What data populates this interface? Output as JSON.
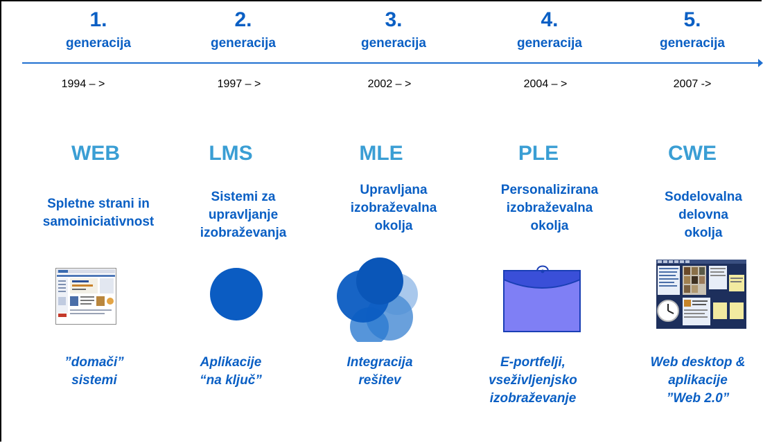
{
  "generations": [
    {
      "number": "1.",
      "label": "generacija",
      "year": "1994 – >",
      "acronym": "WEB",
      "description": [
        "Spletne strani in",
        "samoiniciativnost"
      ],
      "footer": [
        "”domači”",
        "sistemi"
      ],
      "icon": "website-screenshot-icon"
    },
    {
      "number": "2.",
      "label": "generacija",
      "year": "1997 – >",
      "acronym": "LMS",
      "description": [
        "Sistemi za",
        "upravljanje",
        "izobraževanja"
      ],
      "footer": [
        "Aplikacije",
        "“na ključ”"
      ],
      "icon": "single-circle-icon"
    },
    {
      "number": "3.",
      "label": "generacija",
      "year": "2002 – >",
      "acronym": "MLE",
      "description": [
        "Upravljana",
        "izobraževalna",
        "okolja"
      ],
      "footer": [
        "Integracija",
        "rešitev"
      ],
      "icon": "overlapping-circles-icon"
    },
    {
      "number": "4.",
      "label": "generacija",
      "year": "2004 – >",
      "acronym": "PLE",
      "description": [
        "Personalizirana",
        "izobraževalna",
        "okolja"
      ],
      "footer": [
        "E-portfelji,",
        "vseživljenjsko",
        "izobraževanje"
      ],
      "icon": "portfolio-folder-icon"
    },
    {
      "number": "5.",
      "label": "generacija",
      "year": "2007 ->",
      "acronym": "CWE",
      "description": [
        "Sodelovalna",
        "delovna",
        "okolja"
      ],
      "footer": [
        "Web desktop &",
        "aplikacije",
        "”Web 2.0”"
      ],
      "icon": "web-desktop-screenshot-icon"
    }
  ],
  "colors": {
    "primary": "#0a5fc4",
    "acronym": "#3a9ed4",
    "timeline": "#1e6fd0",
    "circle_dark": "#0b5cc2",
    "circle_light": "#a9c8ec",
    "folder": "#7f7ff5"
  }
}
